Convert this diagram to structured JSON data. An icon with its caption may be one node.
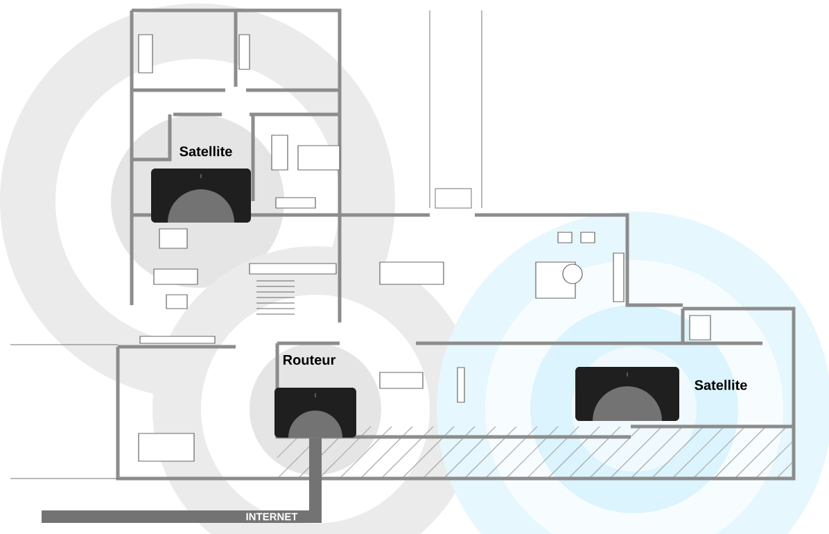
{
  "diagram": {
    "nodes": [
      {
        "text": [
          "Satellite"
        ]
      },
      {
        "text": [
          "Routeur"
        ]
      },
      {
        "text": [
          "Satellite"
        ]
      }
    ],
    "edges": [
      {
        "from": null,
        "to": 1,
        "arrow": "none",
        "label": "INTERNET"
      }
    ]
  }
}
